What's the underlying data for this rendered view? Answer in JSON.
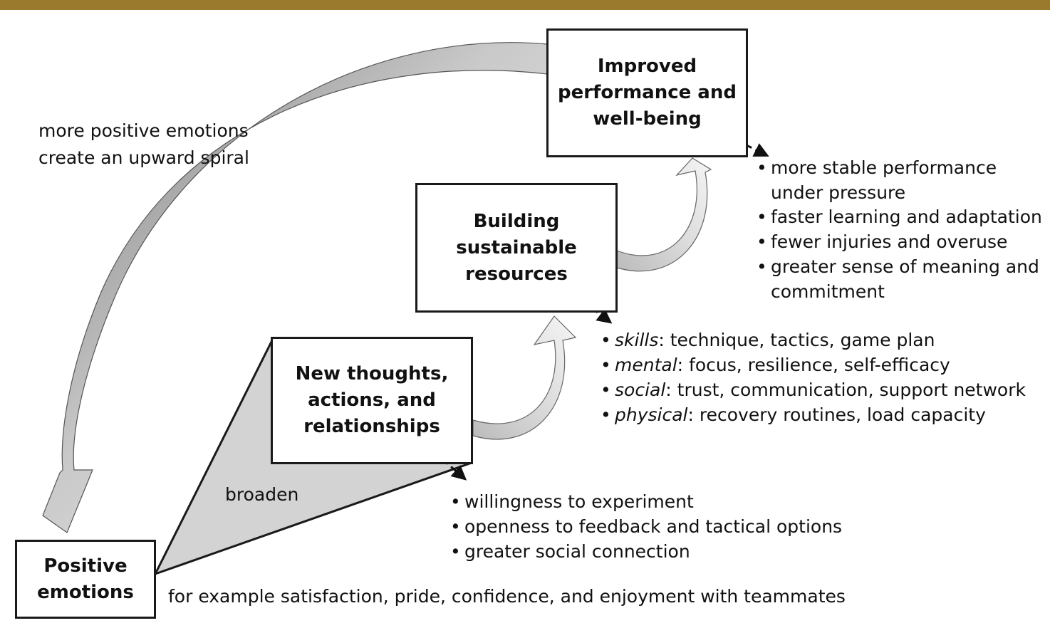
{
  "boxes": {
    "improved": "Improved performance and well-being",
    "building": "Building sustainable resources",
    "new_thoughts": "New thoughts, actions, and relationships",
    "positive": "Positive emotions"
  },
  "spiral_label_line1": "more positive emotions",
  "spiral_label_line2": "create an upward spiral",
  "broaden_label": "broaden",
  "example_text": "for example satisfaction, pride, confidence, and enjoyment with teammates",
  "performance_bullets": [
    "more stable performance under pressure",
    "faster learning and adaptation",
    "fewer injuries and overuse",
    "greater sense of meaning and commitment"
  ],
  "resource_bullets": [
    {
      "term": "skills",
      "text": ": technique, tactics, game plan"
    },
    {
      "term": "mental",
      "text": ": focus, resilience, self-efficacy"
    },
    {
      "term": "social",
      "text": ": trust, communication, support network"
    },
    {
      "term": "physical",
      "text": ": recovery routines, load capacity"
    }
  ],
  "thought_bullets": [
    "willingness to experiment",
    "openness to feedback and tactical options",
    "greater social connection"
  ],
  "colors": {
    "top_bar": "#9a7a2c",
    "broaden_fill": "#d3d3d3"
  }
}
